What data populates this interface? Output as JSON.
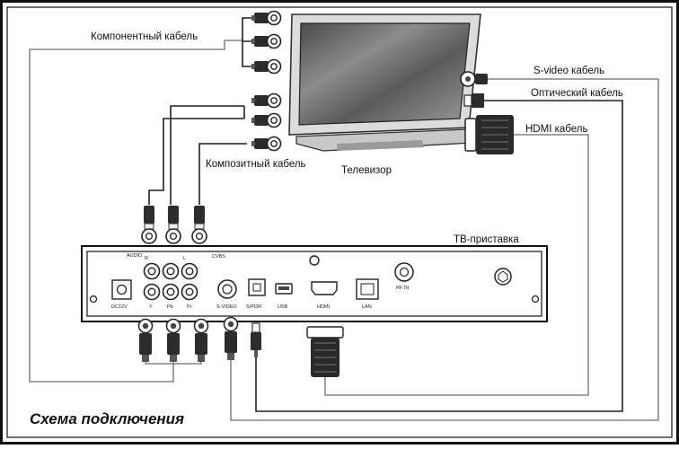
{
  "diagram": {
    "title": "Схема подключения",
    "labels": {
      "component_cable": "Компонентный кабель",
      "composite_cable": "Композитный кабель",
      "tv": "Телевизор",
      "svideo_cable": "S-video кабель",
      "optical_cable": "Оптический кабель",
      "hdmi_cable": "HDMI кабель",
      "stb": "ТВ-приставка"
    },
    "ports": {
      "audio": "AUDIO",
      "r": "R",
      "l": "L",
      "cvbs": "CVBS",
      "dc": "DC12V",
      "y": "Y",
      "pb": "Pb",
      "pr": "Pr",
      "svideo": "S-VIDEO",
      "spdif": "S/PDIF",
      "usb": "USB",
      "hdmi": "HDMI",
      "lan": "LAN",
      "rfin": "RF IN"
    }
  }
}
